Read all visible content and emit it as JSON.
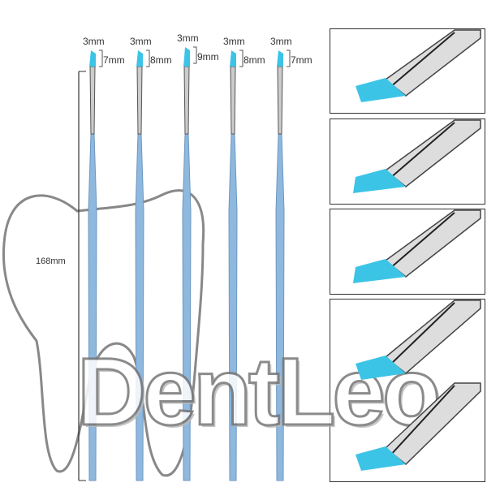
{
  "brushes": [
    {
      "width": "3mm",
      "tip": "7mm"
    },
    {
      "width": "3mm",
      "tip": "8mm"
    },
    {
      "width": "3mm",
      "tip": "9mm"
    },
    {
      "width": "3mm",
      "tip": "8mm"
    },
    {
      "width": "3mm",
      "tip": "7mm"
    }
  ],
  "total_length": "168mm",
  "watermark": "DentLeo",
  "colors": {
    "tip": "#3cc4e6",
    "handle": "#8fb8de",
    "frame": "#333333"
  }
}
